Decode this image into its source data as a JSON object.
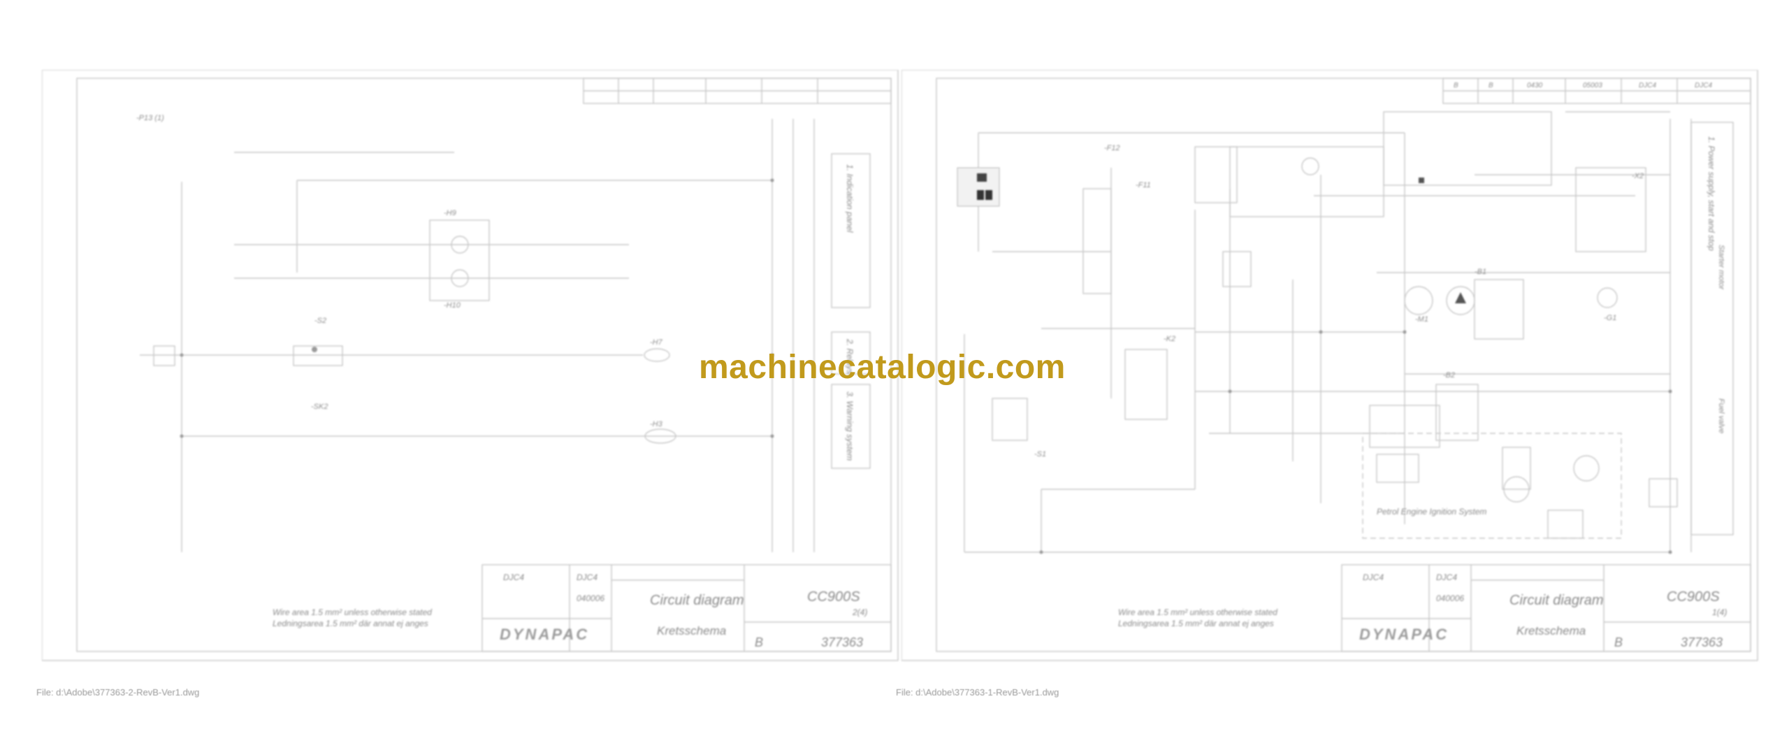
{
  "watermark": "machinecatalogic.com",
  "sheets": [
    {
      "file": "File: d:\\Adobe\\377363-2-RevB-Ver1.dwg",
      "note_en": "Wire area 1.5 mm² unless otherwise stated",
      "note_sv": "Ledningsarea 1.5 mm² där annat ej anges",
      "title_en": "Circuit diagram",
      "title_sv": "Kretsschema",
      "model": "CC900S",
      "sheet_no": "2(4)",
      "drawing_no": "377363",
      "revision": "B",
      "drawn_by": "DJC4",
      "checked_by": "DJC4",
      "date": "040006",
      "logo": "DYNAPAC",
      "sections": [
        "1. Indication panel",
        "2. Relays",
        "3. Warning system"
      ],
      "labels": [
        "-P13 (1)",
        "-S2",
        "-SK2",
        "-H3",
        "-H7",
        "-H9",
        "-H10"
      ]
    },
    {
      "file": "File: d:\\Adobe\\377363-1-RevB-Ver1.dwg",
      "note_en": "Wire area 1.5 mm² unless otherwise stated",
      "note_sv": "Ledningsarea 1.5 mm² där annat ej anges",
      "title_en": "Circuit diagram",
      "title_sv": "Kretsschema",
      "model": "CC900S",
      "sheet_no": "1(4)",
      "drawing_no": "377363",
      "revision": "B",
      "drawn_by": "DJC4",
      "checked_by": "DJC4",
      "date": "040006",
      "logo": "DYNAPAC",
      "rev_row": [
        "B",
        "B",
        "0430",
        "05003",
        "DJC4",
        "DJC4"
      ],
      "box_label": "Petrol Engine Ignition System",
      "sections": [
        "1. Power supply, start and stop",
        "Starter motor",
        "Fuel valve"
      ],
      "labels": [
        "-F12",
        "-F11",
        "-K2",
        "-M1",
        "-S1",
        "-G1",
        "-X2",
        "-B1",
        "-B2"
      ]
    }
  ]
}
